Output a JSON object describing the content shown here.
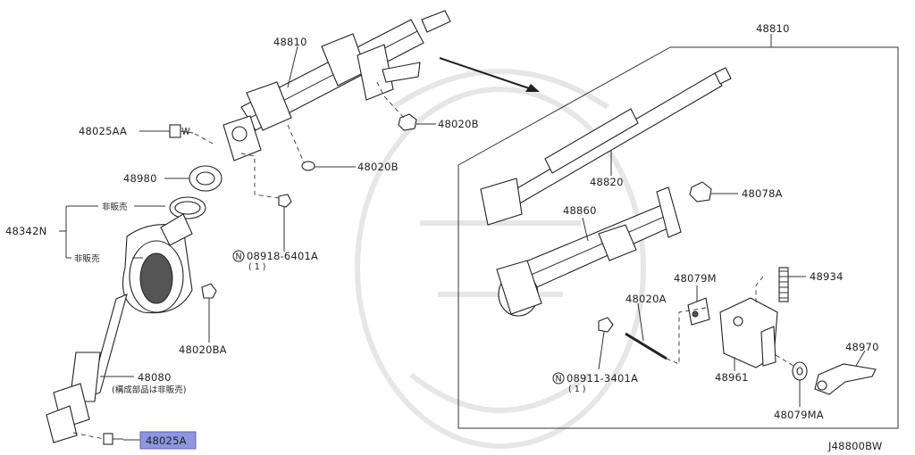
{
  "diagram": {
    "drawing_code": "J48800BW",
    "highlighted_part": "48025A",
    "highlight_color": "#8f95de",
    "callouts": [
      {
        "key": "p48810_left",
        "text": "48810"
      },
      {
        "key": "p48810_right",
        "text": "48810"
      },
      {
        "key": "p48025AA",
        "text": "48025AA"
      },
      {
        "key": "p48020B_top",
        "text": "48020B"
      },
      {
        "key": "p48020B_mid",
        "text": "48020B"
      },
      {
        "key": "p48980",
        "text": "48980"
      },
      {
        "key": "p_nonsale_top",
        "text": "非販売"
      },
      {
        "key": "p48342N",
        "text": "48342N"
      },
      {
        "key": "p_nonsale_bottom",
        "text": "非販売"
      },
      {
        "key": "p08918",
        "text": "08918-6401A"
      },
      {
        "key": "p08918_qty",
        "text": "( 1 )"
      },
      {
        "key": "p48020BA",
        "text": "48020BA"
      },
      {
        "key": "p48080",
        "text": "48080"
      },
      {
        "key": "p48080_note",
        "text": "(構成部品は非販売)"
      },
      {
        "key": "p48025A",
        "text": "48025A"
      },
      {
        "key": "p48820",
        "text": "48820"
      },
      {
        "key": "p48078A",
        "text": "48078A"
      },
      {
        "key": "p48860",
        "text": "48860"
      },
      {
        "key": "p48934",
        "text": "48934"
      },
      {
        "key": "p48079M",
        "text": "48079M"
      },
      {
        "key": "p48020A",
        "text": "48020A"
      },
      {
        "key": "p48970",
        "text": "48970"
      },
      {
        "key": "p48961",
        "text": "48961"
      },
      {
        "key": "p08911",
        "text": "08911-3401A"
      },
      {
        "key": "p08911_qty",
        "text": "( 1 )"
      },
      {
        "key": "p48079MA",
        "text": "48079MA"
      }
    ],
    "nut_symbol": "N"
  }
}
